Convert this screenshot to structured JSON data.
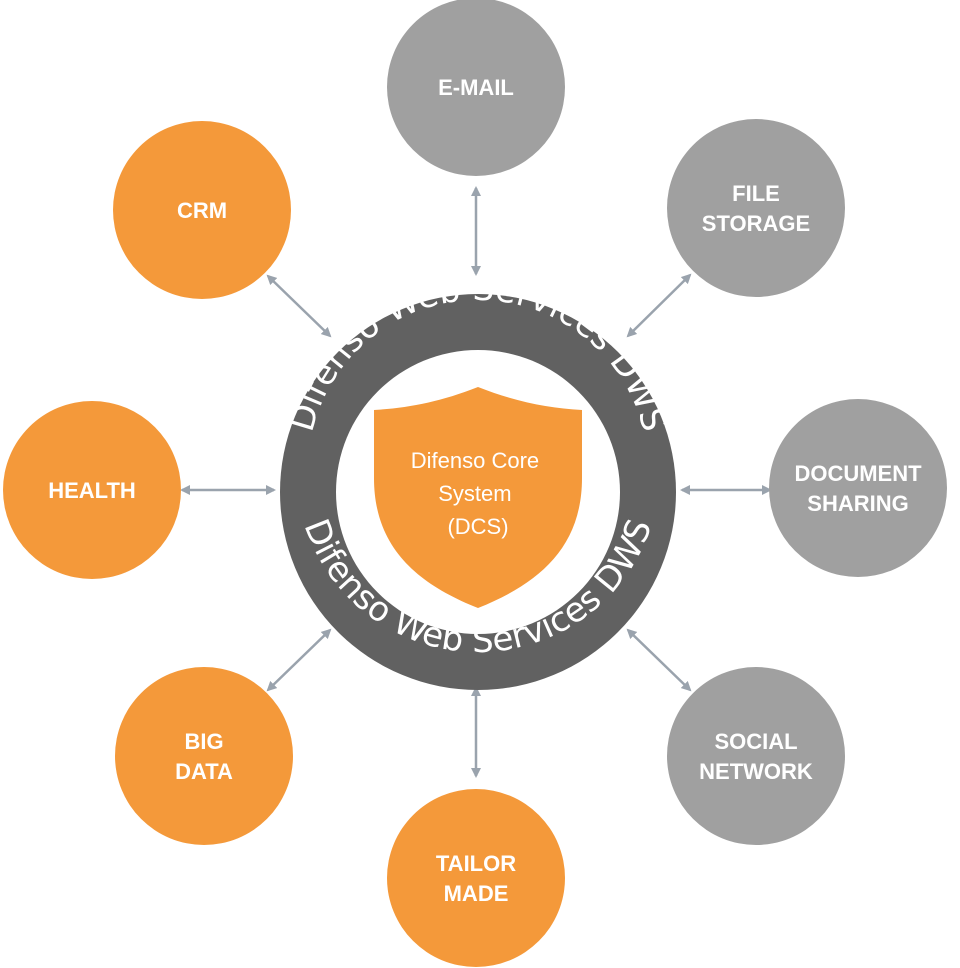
{
  "hub": {
    "ring_text_top": "Difenso Web Services DWS",
    "ring_text_bottom": "Difenso Web Services DWS",
    "core_lines": [
      "Difenso Core",
      "System",
      "(DCS)"
    ]
  },
  "colors": {
    "orange": "#f4993a",
    "gray": "#a0a0a0",
    "ring": "#616161",
    "arrow": "#9aa3ad"
  },
  "nodes": [
    {
      "id": "email",
      "lines": [
        "E-MAIL"
      ],
      "color": "gray"
    },
    {
      "id": "file-storage",
      "lines": [
        "FILE",
        "STORAGE"
      ],
      "color": "gray"
    },
    {
      "id": "document-sharing",
      "lines": [
        "DOCUMENT",
        "SHARING"
      ],
      "color": "gray"
    },
    {
      "id": "social-network",
      "lines": [
        "SOCIAL",
        "NETWORK"
      ],
      "color": "gray"
    },
    {
      "id": "tailor-made",
      "lines": [
        "TAILOR",
        "MADE"
      ],
      "color": "orange"
    },
    {
      "id": "big-data",
      "lines": [
        "BIG",
        "DATA"
      ],
      "color": "orange"
    },
    {
      "id": "health",
      "lines": [
        "HEALTH"
      ],
      "color": "orange"
    },
    {
      "id": "crm",
      "lines": [
        "CRM"
      ],
      "color": "orange"
    }
  ]
}
